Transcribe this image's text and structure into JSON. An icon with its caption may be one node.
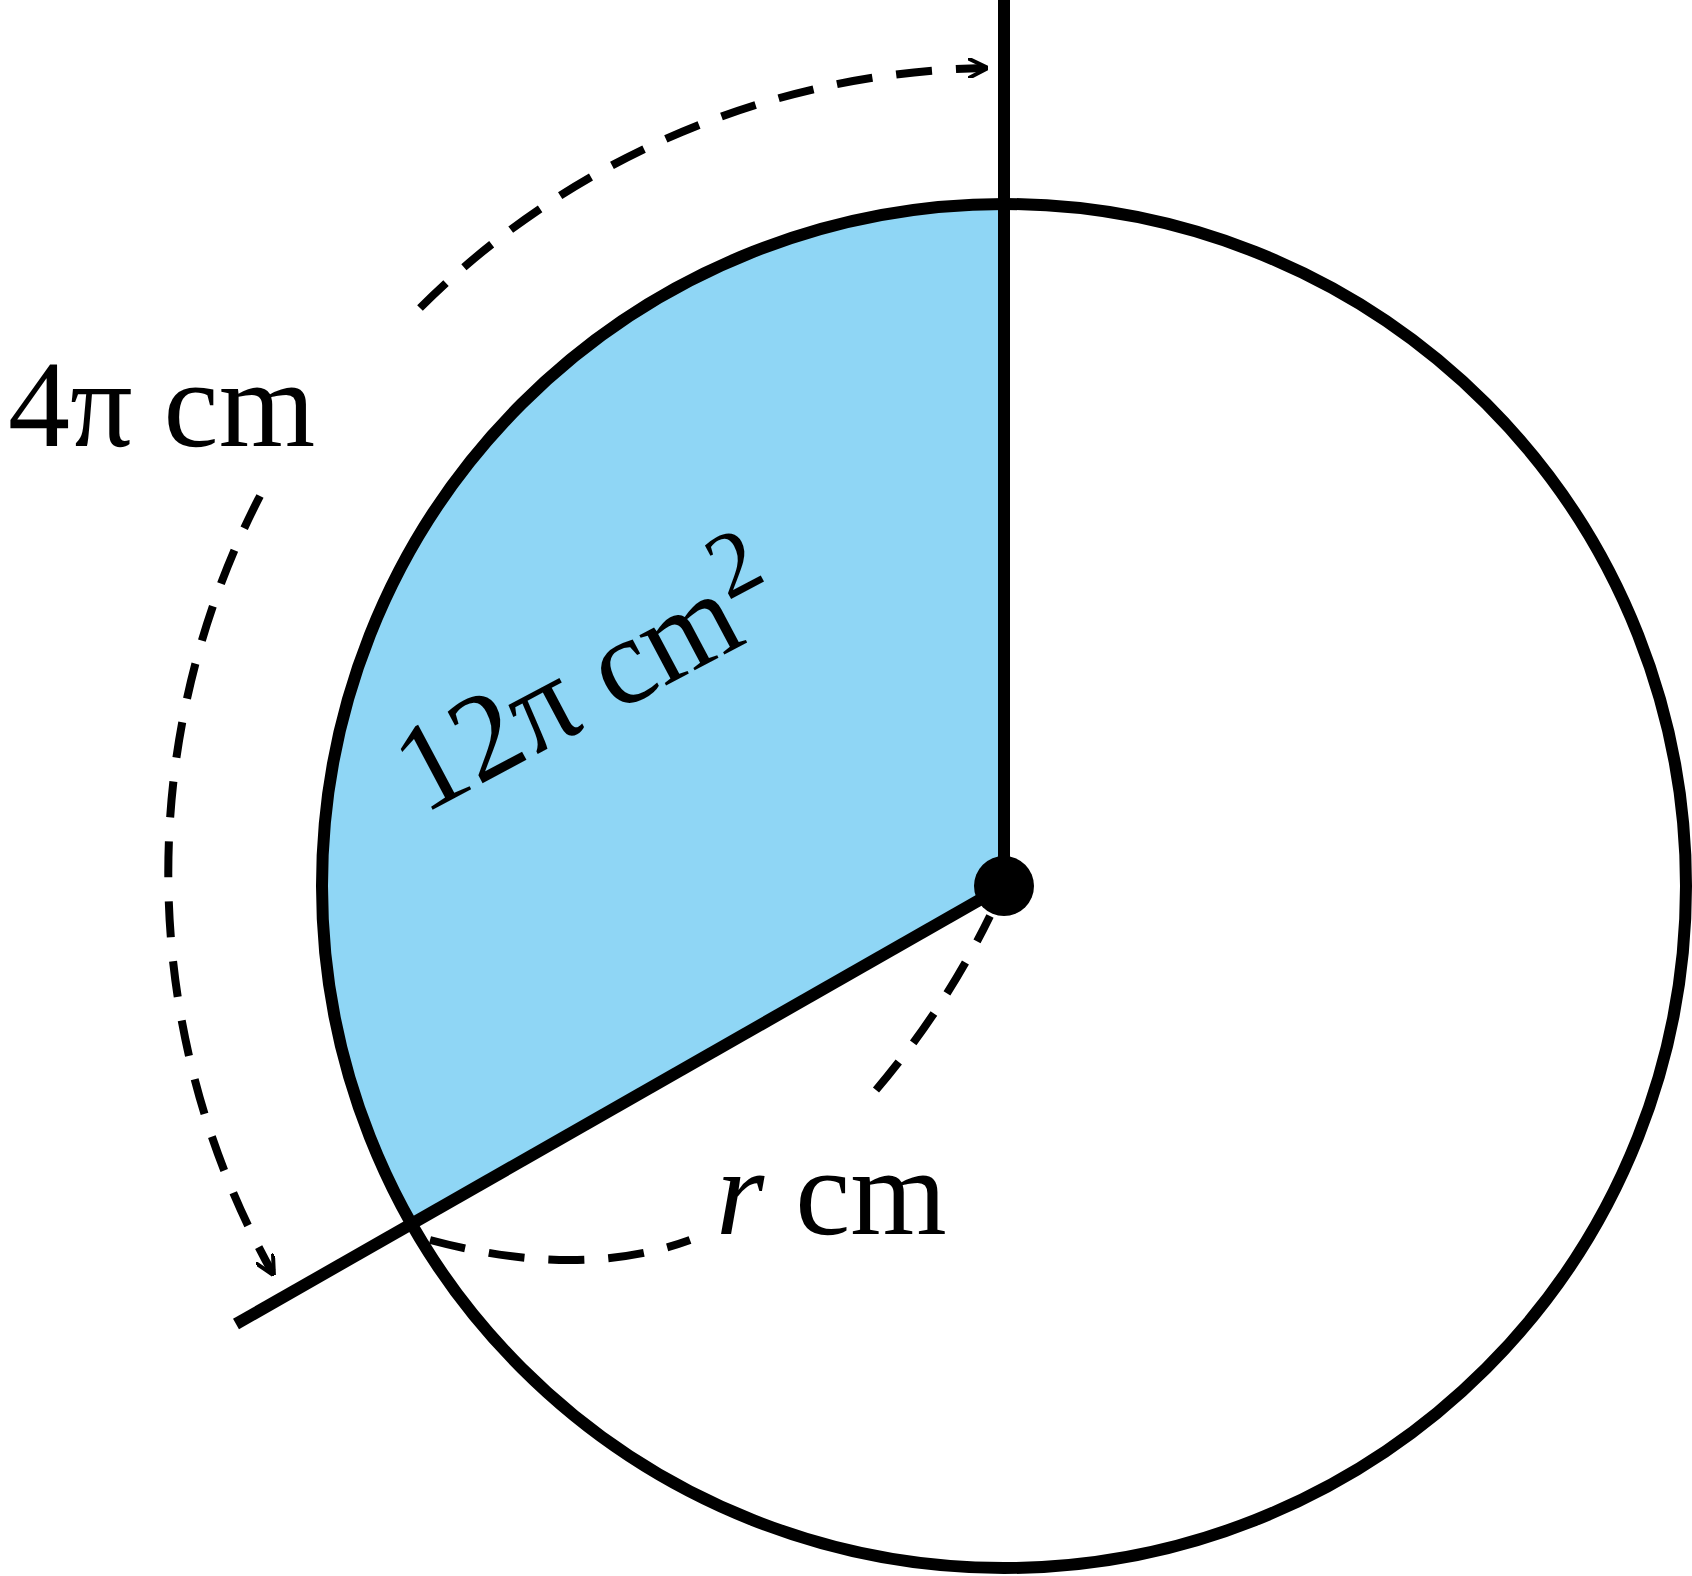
{
  "diagram": {
    "nodes": [
      {
        "text": [
          "12π cm$^{2}$"
        ]
      }
    ],
    "labels": [
      "4π cm",
      "*r* cm"
    ]
  }
}
